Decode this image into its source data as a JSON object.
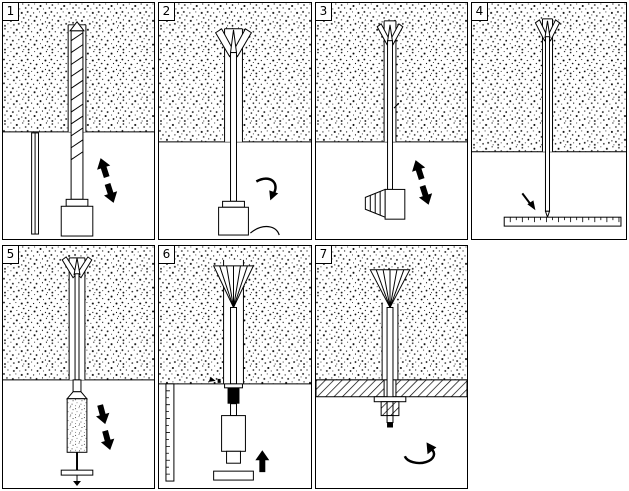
{
  "colors": {
    "ink": "#000000",
    "paper": "#ffffff"
  },
  "panels": [
    {
      "step": "1",
      "name": "hammer-drill-hole"
    },
    {
      "step": "2",
      "name": "insert-anchor-sleeve"
    },
    {
      "step": "3",
      "name": "blow-out-dust"
    },
    {
      "step": "4",
      "name": "check-embedment-depth"
    },
    {
      "step": "5",
      "name": "inject-resin"
    },
    {
      "step": "6",
      "name": "expand-set-anchor"
    },
    {
      "step": "7",
      "name": "mount-fixture-tighten-nut"
    }
  ]
}
